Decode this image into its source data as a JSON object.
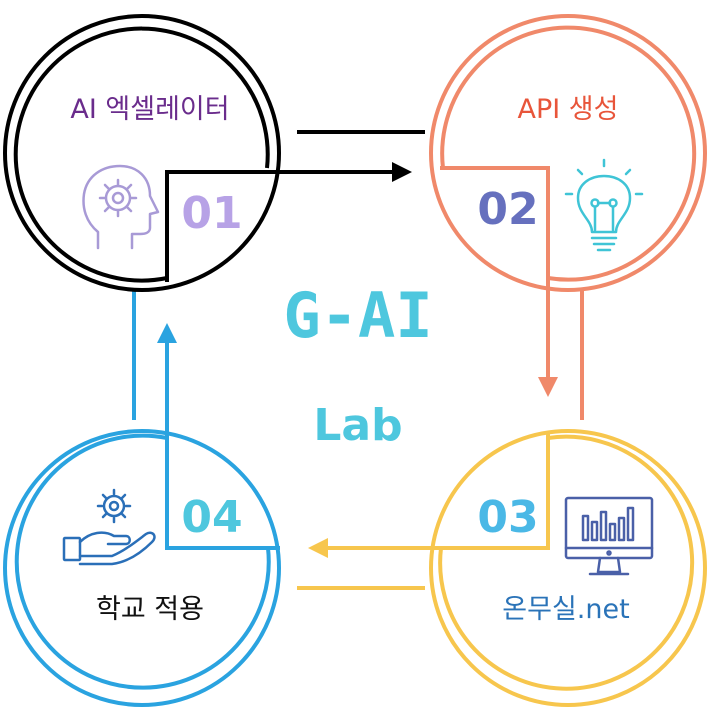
{
  "center": {
    "title": "G-AI",
    "subtitle": "Lab"
  },
  "steps": [
    {
      "number": "01",
      "label": "AI 엑셀레이터",
      "icon": "head-gear-icon"
    },
    {
      "number": "02",
      "label": "API 생성",
      "icon": "lightbulb-circuit-icon"
    },
    {
      "number": "03",
      "label": "온무실.net",
      "icon": "monitor-chart-icon"
    },
    {
      "number": "04",
      "label": "학교 적용",
      "icon": "hand-gear-icon"
    }
  ],
  "colors": {
    "step1": "#000000",
    "step1_label": "#6a2c8c",
    "step1_number": "#b7a2e6",
    "step1_icon": "#a89ad6",
    "step2": "#f0896a",
    "step2_label": "#e8553a",
    "step2_number": "#6670be",
    "step2_icon": "#3fc4d6",
    "step3": "#f7c64d",
    "step3_label": "#2a73b8",
    "step3_number": "#4ab8e6",
    "step3_icon": "#4a60a8",
    "step4": "#2aa3e0",
    "step4_label": "#111111",
    "step4_number": "#4ec7de",
    "step4_icon": "#2a6fb8",
    "center": "#4ec7de"
  }
}
